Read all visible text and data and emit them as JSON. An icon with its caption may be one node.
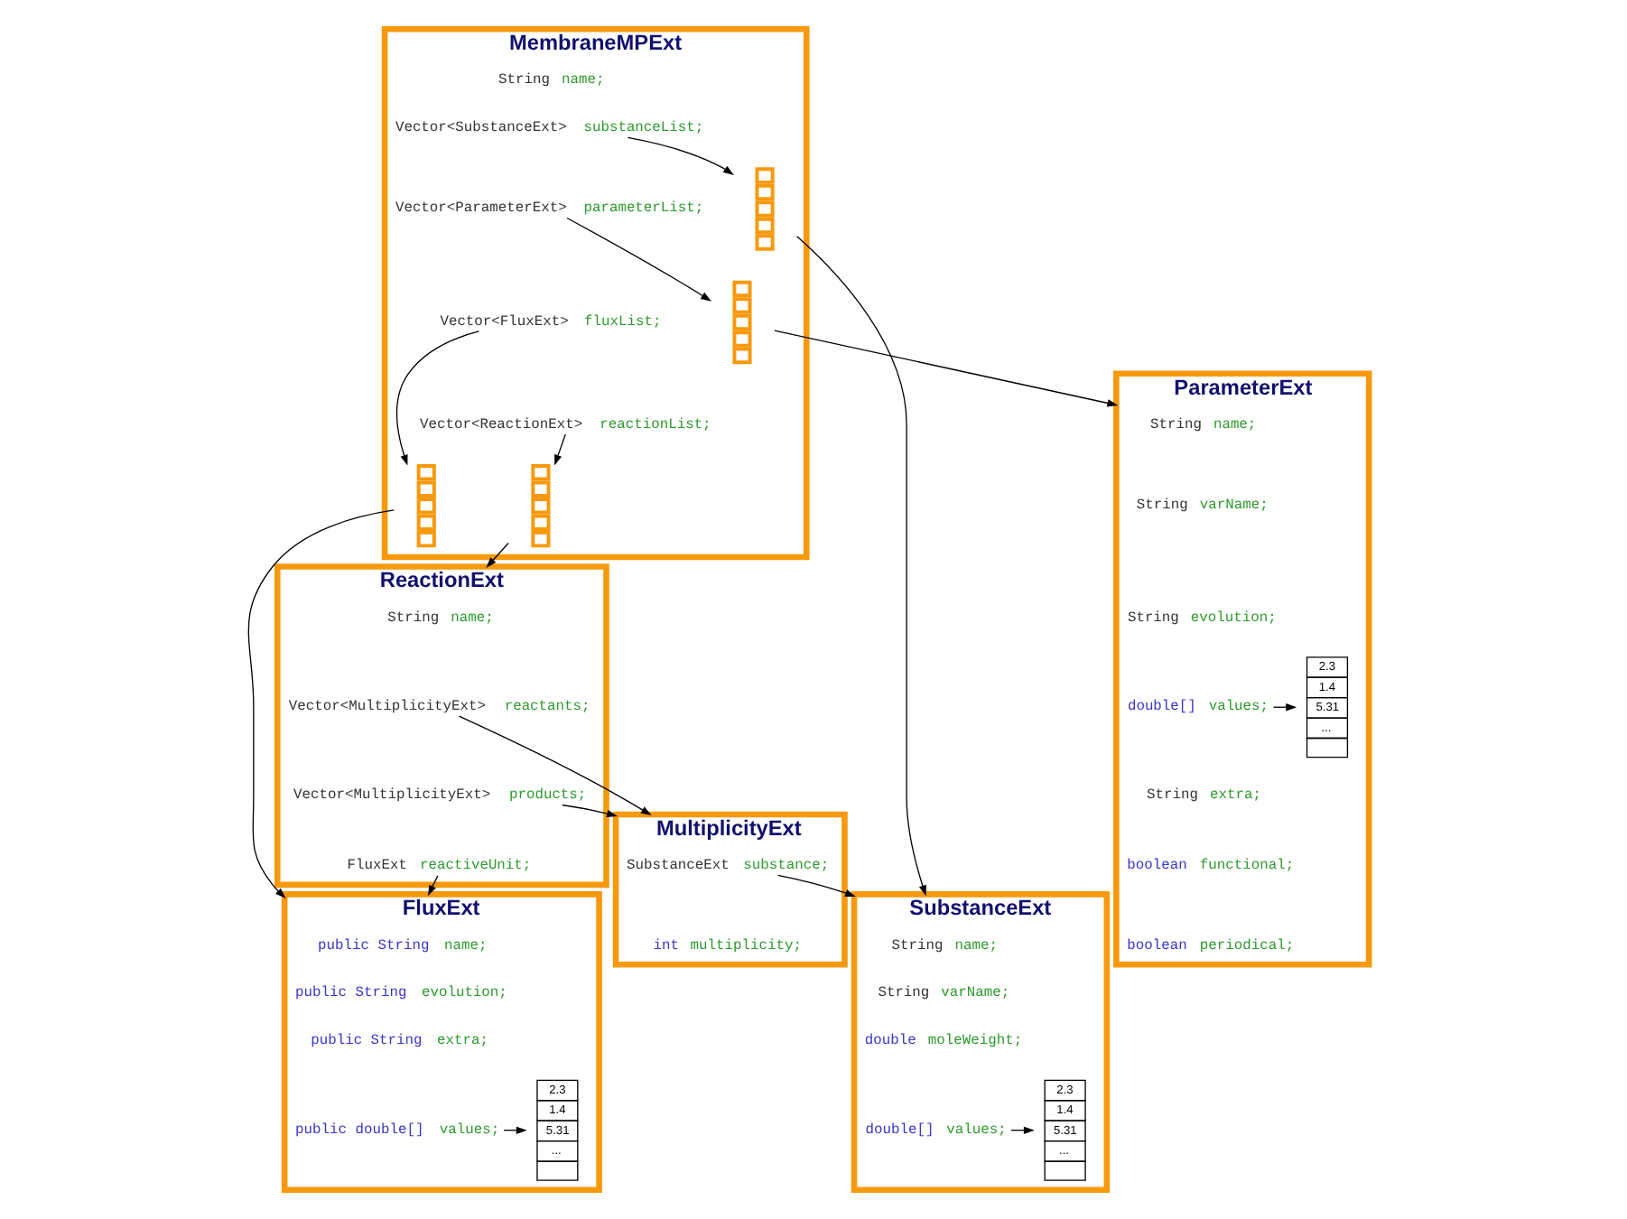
{
  "diagram": {
    "nodes": [
      {
        "text": [
          "MembraneMPExt"
        ]
      },
      {
        "text": [
          "String name;"
        ],
        "in": 0
      },
      {
        "text": [
          "Vector<SubstanceExt> substanceList;"
        ],
        "in": 0
      },
      {
        "text": [
          "Vector<ParameterExt> parameterList;"
        ],
        "in": 0
      },
      {
        "text": [
          "Vector<FluxExt> fluxList;"
        ],
        "in": 0
      },
      {
        "text": [
          "Vector<ReactionExt> reactionList;"
        ],
        "in": 0
      },
      {
        "text": [],
        "shape": "box",
        "in": 0
      },
      {
        "text": [],
        "shape": "box",
        "in": 0
      },
      {
        "text": [],
        "shape": "box",
        "in": 0
      },
      {
        "text": [],
        "shape": "box",
        "in": 0
      },
      {
        "text": [
          "SubstanceExt"
        ]
      },
      {
        "text": [
          "String name;"
        ],
        "in": 10
      },
      {
        "text": [
          "String varName;"
        ],
        "in": 10
      },
      {
        "text": [
          "double moleWeight;"
        ],
        "in": 10
      },
      {
        "text": [
          "double[] values;"
        ],
        "in": 10
      },
      {
        "text": [
          "2.3",
          "1.4",
          "5.31",
          "..."
        ],
        "in": 10
      },
      {
        "text": [
          "ParameterExt"
        ]
      },
      {
        "text": [
          "String name;"
        ],
        "in": 16
      },
      {
        "text": [
          "String varName;"
        ],
        "in": 16
      },
      {
        "text": [
          "String evolution;"
        ],
        "in": 16
      },
      {
        "text": [
          "double[] values;"
        ],
        "in": 16
      },
      {
        "text": [
          "String extra;"
        ],
        "in": 16
      },
      {
        "text": [
          "boolean functional;"
        ],
        "in": 16
      },
      {
        "text": [
          "boolean periodical;"
        ],
        "in": 16
      },
      {
        "text": [
          "2.3",
          "1.4",
          "5.31",
          "..."
        ],
        "in": 16
      },
      {
        "text": [
          "ReactionExt"
        ]
      },
      {
        "text": [
          "String name;"
        ],
        "in": 25
      },
      {
        "text": [
          "Vector<MultiplicityExt> reactants;"
        ],
        "in": 25
      },
      {
        "text": [
          "Vector<MultiplicityExt> products;"
        ],
        "in": 25
      },
      {
        "text": [
          "FluxExt reactiveUnit;"
        ],
        "in": 25
      },
      {
        "text": [
          "MultiplicityExt"
        ]
      },
      {
        "text": [
          "SubstanceExt substance;"
        ],
        "in": 30
      },
      {
        "text": [
          "int multiplicity;"
        ],
        "in": 30
      },
      {
        "text": [
          "FluxExt"
        ]
      },
      {
        "text": [
          "public String name;"
        ],
        "in": 33
      },
      {
        "text": [
          "public String evolution;"
        ],
        "in": 33
      },
      {
        "text": [
          "public String extra;"
        ],
        "in": 33
      },
      {
        "text": [
          "public double[] values;"
        ],
        "in": 33
      },
      {
        "text": [
          "2.3",
          "1.4",
          "5.31",
          "..."
        ],
        "in": 33
      }
    ],
    "edges": [
      {
        "from": 2,
        "to": 9,
        "arrow": "to"
      },
      {
        "from": 3,
        "to": 8,
        "arrow": "to"
      },
      {
        "from": 4,
        "to": 7,
        "arrow": "to"
      },
      {
        "from": 5,
        "to": 6,
        "arrow": "to"
      },
      {
        "from": 9,
        "to": 10,
        "arrow": "to"
      },
      {
        "from": 8,
        "to": 16,
        "arrow": "to"
      },
      {
        "from": 7,
        "to": 33,
        "arrow": "to"
      },
      {
        "from": 6,
        "to": 25,
        "arrow": "to"
      },
      {
        "from": 14,
        "to": 15,
        "arrow": "to"
      },
      {
        "from": 20,
        "to": 24,
        "arrow": "to"
      },
      {
        "from": 27,
        "to": 30,
        "arrow": "to"
      },
      {
        "from": 28,
        "to": 30,
        "arrow": "to"
      },
      {
        "from": 29,
        "to": 33,
        "arrow": "to"
      },
      {
        "from": 31,
        "to": 10,
        "arrow": "to"
      },
      {
        "from": 37,
        "to": 38,
        "arrow": "to"
      }
    ]
  }
}
